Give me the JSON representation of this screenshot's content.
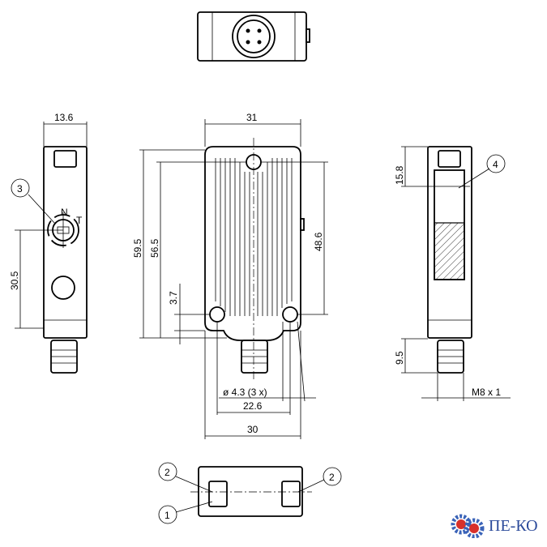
{
  "dimensions": {
    "top_width": "13.6",
    "front_width": "31",
    "height_total": "59.5",
    "height_inner": "56.5",
    "hole_spacing_v": "48.6",
    "hole_offset": "3.7",
    "side_hole_height": "30.5",
    "hole_diameter": "ø 4.3 (3 x)",
    "hole_spacing_h": "22.6",
    "bottom_width": "30",
    "window_offset": "15.8",
    "connector_length": "9.5",
    "thread": "M8 x 1"
  },
  "callouts": {
    "one": "1",
    "two_left": "2",
    "two_right": "2",
    "three": "3",
    "four": "4"
  },
  "compass": {
    "n": "N",
    "t": "T"
  },
  "logo": {
    "text": "ПЕ-КО",
    "colors": {
      "gear_blue": "#3a63b8",
      "gear_red": "#d8302a",
      "text": "#2b4a9a"
    }
  }
}
